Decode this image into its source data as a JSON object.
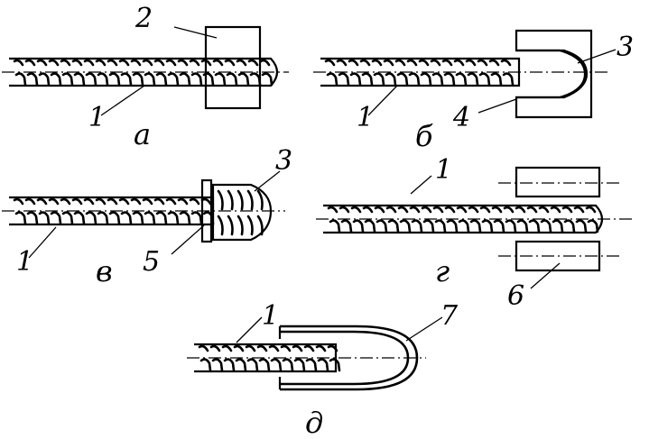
{
  "figure": {
    "panels": [
      {
        "id": "a",
        "label": "а",
        "callouts": [
          "1",
          "2"
        ]
      },
      {
        "id": "b",
        "label": "б",
        "callouts": [
          "1",
          "3",
          "4"
        ]
      },
      {
        "id": "v",
        "label": "в",
        "callouts": [
          "1",
          "3",
          "5"
        ]
      },
      {
        "id": "g",
        "label": "г",
        "callouts": [
          "1",
          "6"
        ]
      },
      {
        "id": "d",
        "label": "д",
        "callouts": [
          "1",
          "7"
        ]
      }
    ]
  }
}
